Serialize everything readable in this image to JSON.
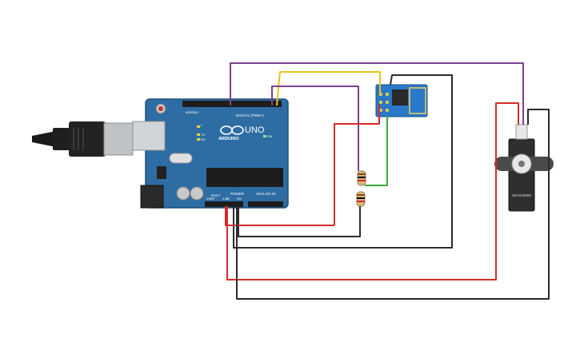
{
  "board": {
    "brand": "ARDUINO",
    "model": "UNO",
    "digital_header": "DIGITAL (PWM~)",
    "power_header": "POWER",
    "analog_header": "ANALOG IN",
    "tx_label": "TX",
    "rx_label": "RX",
    "l_label": "L",
    "on_label": "ON",
    "aref_label": "AREF",
    "gnd_label": "GND",
    "ioref_label": "IOREF",
    "reset_label": "RESET",
    "v33_label": "3.3V",
    "v5_label": "5V",
    "vin_label": "VIN"
  },
  "servo": {
    "model": "SM-S2309S"
  },
  "colors": {
    "board": "#2e6da4",
    "wire_red": "#d42a2a",
    "wire_black": "#2b2b2b",
    "wire_purple": "#7b3f91",
    "wire_yellow": "#e8c31e",
    "wire_green": "#3aa63a",
    "esp_module": "#2a78c8",
    "servo_body": "#2f2f2f"
  }
}
